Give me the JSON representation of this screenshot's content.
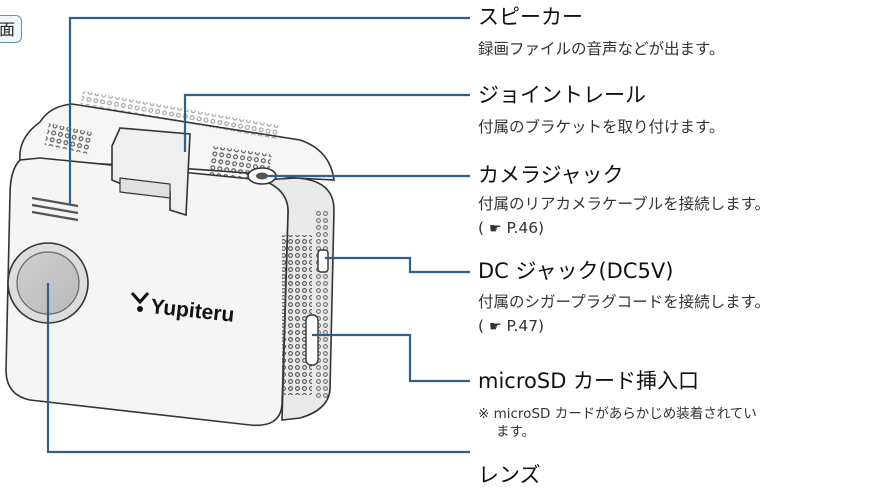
{
  "side_badge": "面",
  "brand": "Yupiteru",
  "labels": {
    "speaker": {
      "title": "スピーカー",
      "desc": "録画ファイルの音声などが出ます。"
    },
    "joint_rail": {
      "title": "ジョイントレール",
      "desc": "付属のブラケットを取り付けます。"
    },
    "camera_jack": {
      "title": "カメラジャック",
      "desc": "付属のリアカメラケーブルを接続します。",
      "ref_open": "( ",
      "ref_hand": "☛",
      "ref_page": " P.46)"
    },
    "dc_jack": {
      "title": "DC ジャック(DC5V)",
      "desc": "付属のシガープラグコードを接続します。",
      "ref_open": "( ",
      "ref_hand": "☛",
      "ref_page": " P.47)"
    },
    "microsd": {
      "title": "microSD カード挿入口",
      "note1": "※ microSD カードがあらかじめ装着されてい",
      "note2": "ます。"
    },
    "lens": {
      "title": "レンズ"
    }
  },
  "colors": {
    "leader": "#2f5f8a",
    "body": "#f4f4f4",
    "outline": "#333333",
    "badge_border": "#6a8fa3"
  }
}
